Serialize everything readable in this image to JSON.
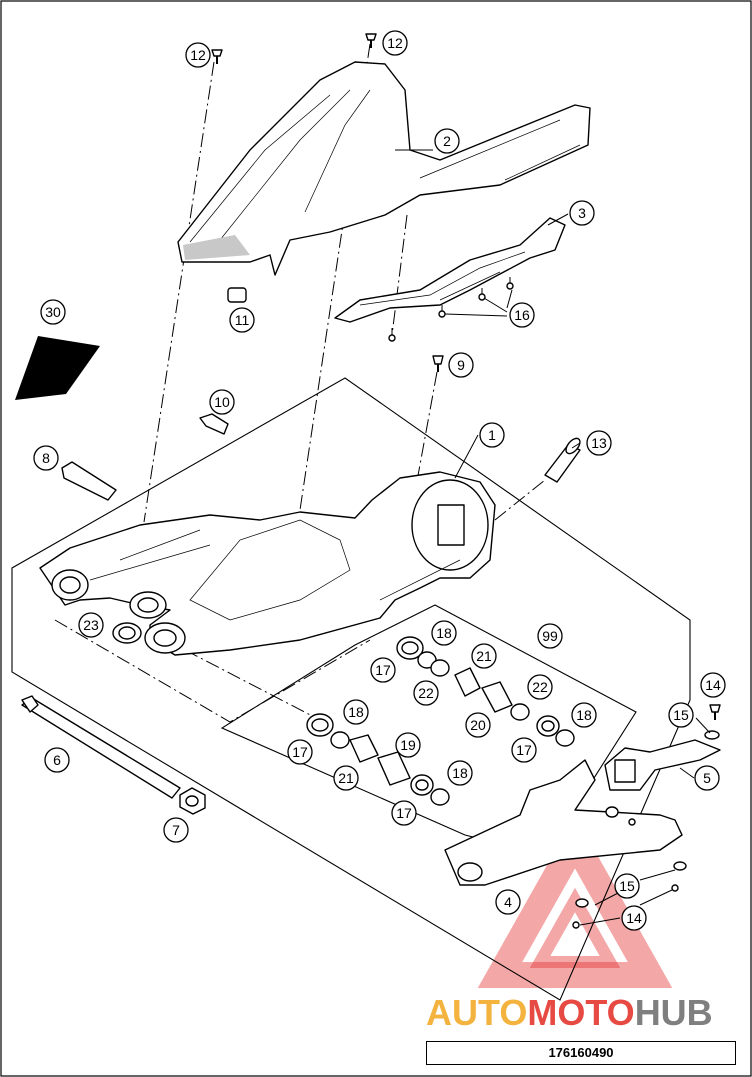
{
  "diagram": {
    "reference_number": "176160490",
    "watermark": {
      "brand_part1": "AUTO",
      "brand_part2": "MOTO",
      "brand_part3": "HUB",
      "color_part1": "#f4b23e",
      "color_part2": "#e64a43",
      "color_part3": "#7f7f7f"
    },
    "callouts": [
      {
        "id": "c12a",
        "label": "12"
      },
      {
        "id": "c12b",
        "label": "12"
      },
      {
        "id": "c2",
        "label": "2"
      },
      {
        "id": "c3",
        "label": "3"
      },
      {
        "id": "c16",
        "label": "16"
      },
      {
        "id": "c30",
        "label": "30"
      },
      {
        "id": "c11",
        "label": "11"
      },
      {
        "id": "c9",
        "label": "9"
      },
      {
        "id": "c10",
        "label": "10"
      },
      {
        "id": "c1",
        "label": "1"
      },
      {
        "id": "c13",
        "label": "13"
      },
      {
        "id": "c8",
        "label": "8"
      },
      {
        "id": "c99",
        "label": "99"
      },
      {
        "id": "c18a",
        "label": "18"
      },
      {
        "id": "c17a",
        "label": "17"
      },
      {
        "id": "c21a",
        "label": "21"
      },
      {
        "id": "c22a",
        "label": "22"
      },
      {
        "id": "c22b",
        "label": "22"
      },
      {
        "id": "c20",
        "label": "20"
      },
      {
        "id": "c18b",
        "label": "18"
      },
      {
        "id": "c17b",
        "label": "17"
      },
      {
        "id": "c14a",
        "label": "14"
      },
      {
        "id": "c15a",
        "label": "15"
      },
      {
        "id": "c23",
        "label": "23"
      },
      {
        "id": "c18c",
        "label": "18"
      },
      {
        "id": "c19",
        "label": "19"
      },
      {
        "id": "c17c",
        "label": "17"
      },
      {
        "id": "c21b",
        "label": "21"
      },
      {
        "id": "c18d",
        "label": "18"
      },
      {
        "id": "c17d",
        "label": "17"
      },
      {
        "id": "c6",
        "label": "6"
      },
      {
        "id": "c7",
        "label": "7"
      },
      {
        "id": "c5",
        "label": "5"
      },
      {
        "id": "c4",
        "label": "4"
      },
      {
        "id": "c15b",
        "label": "15"
      },
      {
        "id": "c14b",
        "label": "14"
      }
    ]
  }
}
